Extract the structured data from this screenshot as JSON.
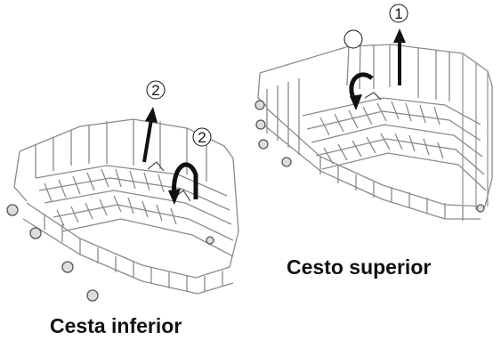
{
  "labels": {
    "upper_basket": "Cesto superior",
    "lower_basket": "Cesta inferior"
  },
  "markers": {
    "step_one": "1",
    "step_two": "2",
    "step_two_second": "2",
    "blank": ""
  },
  "colors": {
    "wire": "#8a8a8a",
    "wire_dark": "#555555",
    "arrow": "#111111",
    "text": "#111111"
  }
}
